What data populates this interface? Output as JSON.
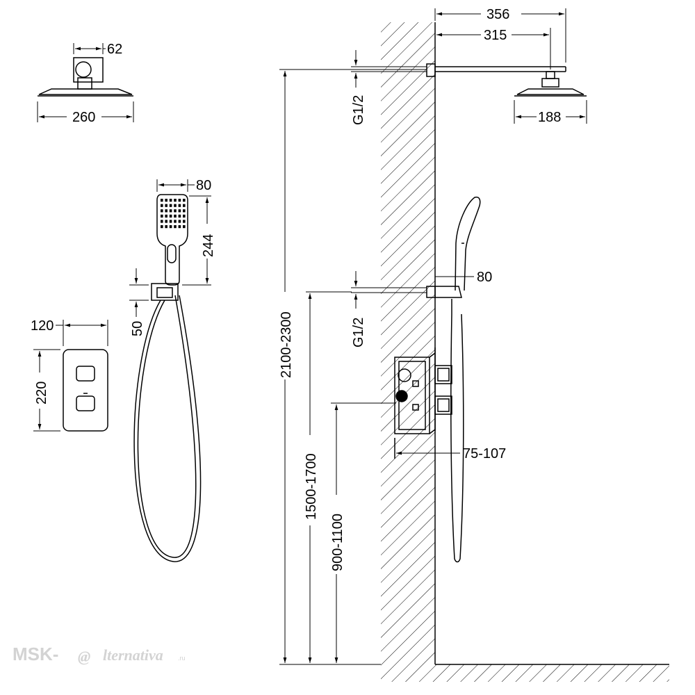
{
  "dimensions": {
    "head_side_top": "62",
    "head_side_width": "260",
    "hand_width": "80",
    "hand_length": "244",
    "holder_offset": "50",
    "panel_width": "120",
    "panel_height": "220",
    "arm_total": "356",
    "arm_reach": "315",
    "head_front_width": "188",
    "thread_top": "G1/2",
    "thread_bottom": "G1/2",
    "outlet_height": "2100-2300",
    "holder_height": "1500-1700",
    "mixer_height": "900-1100",
    "holder_projection": "80",
    "box_depth": "75-107"
  },
  "watermark": {
    "brand": "MSK-",
    "at_symbol": "@",
    "rest": "lternativa",
    "tld": ".ru"
  }
}
